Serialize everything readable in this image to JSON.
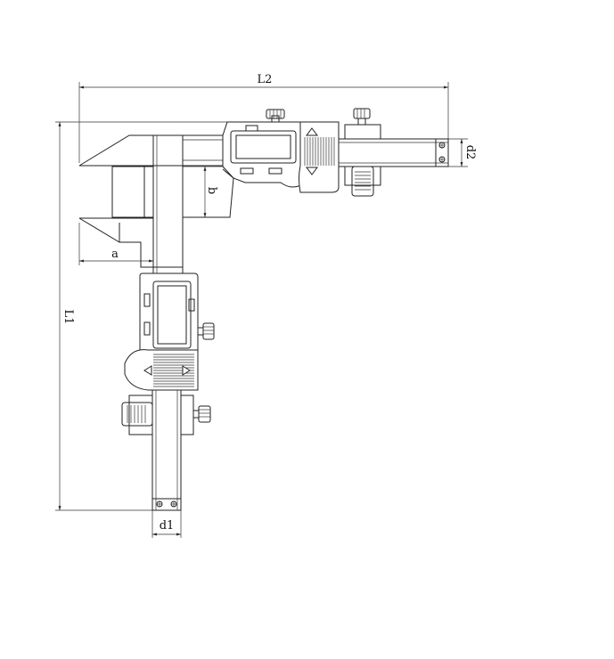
{
  "diagram": {
    "labels": {
      "L1": "L1",
      "L2": "L2",
      "a": "a",
      "b": "b",
      "d1": "d1",
      "d2": "d2"
    },
    "colors": {
      "line": "#222222",
      "background": "#ffffff"
    }
  }
}
